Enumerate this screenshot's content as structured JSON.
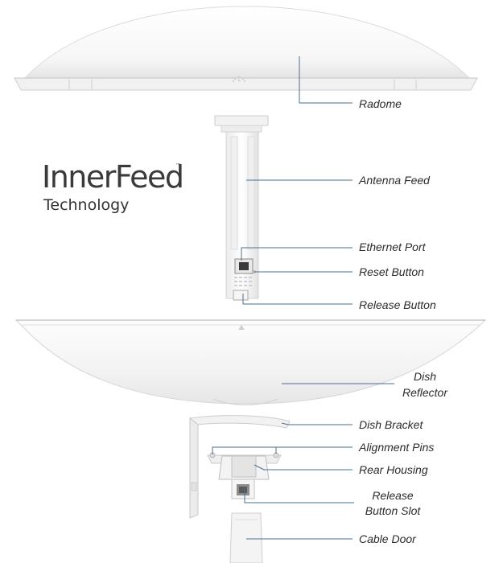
{
  "brand": {
    "name": "InnerFeed",
    "trademark": "™",
    "subtitle": "Technology"
  },
  "labels": {
    "radome": "Radome",
    "antenna_feed": "Antenna Feed",
    "ethernet_port": "Ethernet Port",
    "reset_button": "Reset Button",
    "release_button": "Release Button",
    "dish_line1": "Dish",
    "dish_line2": "Reflector",
    "dish_bracket": "Dish Bracket",
    "alignment_pins": "Alignment Pins",
    "rear_housing": "Rear Housing",
    "release_slot_line1": "Release",
    "release_slot_line2": "Button Slot",
    "cable_door": "Cable Door"
  },
  "colors": {
    "leader_line": "#4a6f8e",
    "part_white": "#f7f7f7",
    "part_shade": "#d9d9d9",
    "outline": "#c8c8c8"
  }
}
